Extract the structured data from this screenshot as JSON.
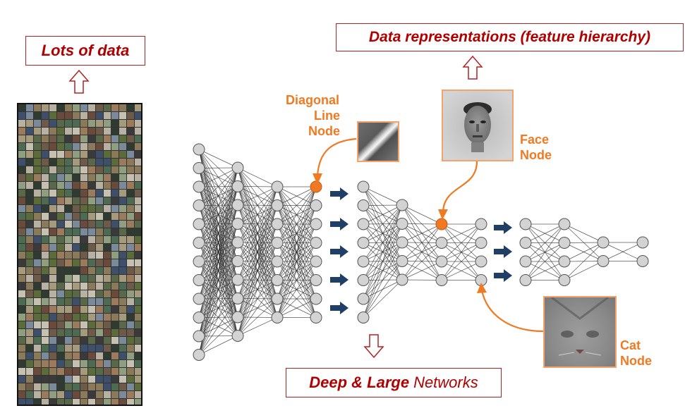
{
  "callouts": {
    "data": "Lots of data",
    "representations": "Data representations (feature hierarchy)",
    "networks_bold": "Deep & Large",
    "networks_rest": "Networks"
  },
  "labels": {
    "diagonal_line": "Diagonal",
    "diagonal_line_2": "Line",
    "diagonal_node": "Node",
    "face": "Face",
    "face_node": "Node",
    "cat": "Cat",
    "cat_node": "Node"
  },
  "colors": {
    "callout_text": "#b00000",
    "callout_border": "#b22222",
    "highlight": "#f07a22",
    "node_fill": "#d3d3d3",
    "node_stroke": "#555555",
    "arrow": "#1f3f66"
  },
  "icons": [
    "up-hollow-arrow-icon",
    "down-hollow-arrow-icon",
    "right-arrow-icon"
  ]
}
